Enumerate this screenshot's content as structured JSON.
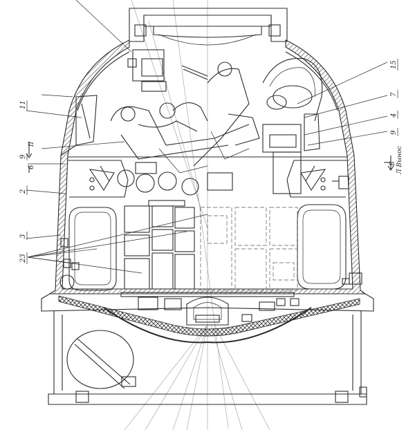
{
  "callouts": {
    "c11": "11",
    "c9_left": "9",
    "c6": "6",
    "c2": "2",
    "c3": "3",
    "c23": "23",
    "c15": "15",
    "c7": "7",
    "c4": "4",
    "c9_right": "9",
    "section_left_num": "II",
    "section_right_letter": "Б",
    "section_right_text": "Л Вынос"
  },
  "colors": {
    "ink": "#2a2a2a",
    "ghost": "#9a9a9a",
    "hatch": "#3a3a3a",
    "paper": "#ffffff"
  }
}
